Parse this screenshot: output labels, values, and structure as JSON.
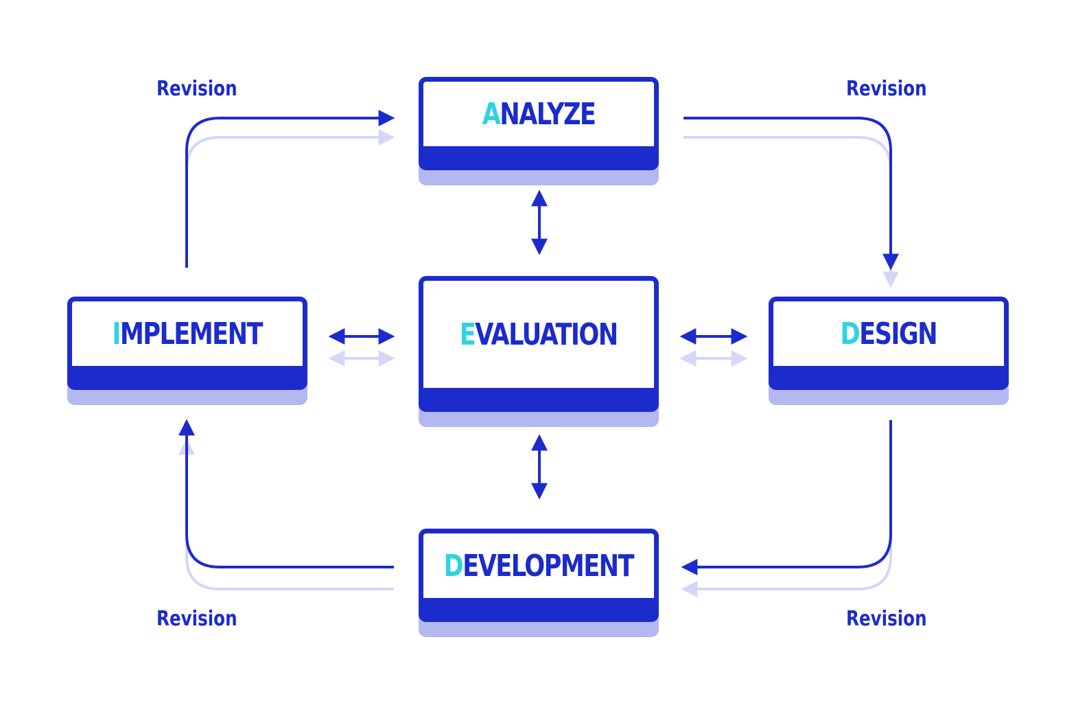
{
  "colors": {
    "primary": "#1c2bcc",
    "shadow": "#b4b8f0",
    "accent": "#2ed3e0"
  },
  "nodes": {
    "analyze": {
      "initial": "A",
      "rest": "NALYZE"
    },
    "evaluation": {
      "initial": "E",
      "rest": "VALUATION"
    },
    "implement": {
      "initial": "I",
      "rest": "MPLEMENT"
    },
    "design": {
      "initial": "D",
      "rest": "ESIGN"
    },
    "development": {
      "initial": "D",
      "rest": "EVELOPMENT"
    }
  },
  "labels": {
    "top_left": "Revision",
    "top_right": "Revision",
    "bottom_left": "Revision",
    "bottom_right": "Revision"
  }
}
